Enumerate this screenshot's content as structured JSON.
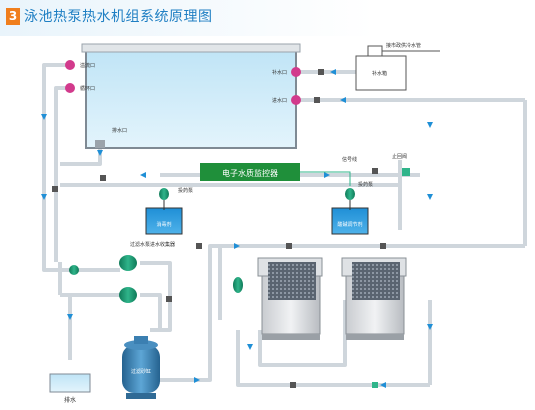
{
  "header": {
    "number": "3",
    "title": "泳池热泵热水机组系统原理图"
  },
  "labels": {
    "overflow": "溢流口",
    "circulation": "循环口",
    "makeup_port": "补水口",
    "inlet_port": "进水口",
    "drain_port": "排水口",
    "city_water": "接市政供冷水管",
    "makeup_tank": "补水箱",
    "monitor": "电子水质监控器",
    "signal_line": "信号线",
    "check_valve": "止回阀",
    "dosing_pump_left": "投药泵",
    "dosing_pump_right": "投药泵",
    "disinfectant": "消毒剂",
    "ph_adjuster": "酸碱调节剂",
    "pump_group": "过滤水泵进水收集器",
    "filter": "过滤砂缸",
    "drain": "排水"
  }
}
